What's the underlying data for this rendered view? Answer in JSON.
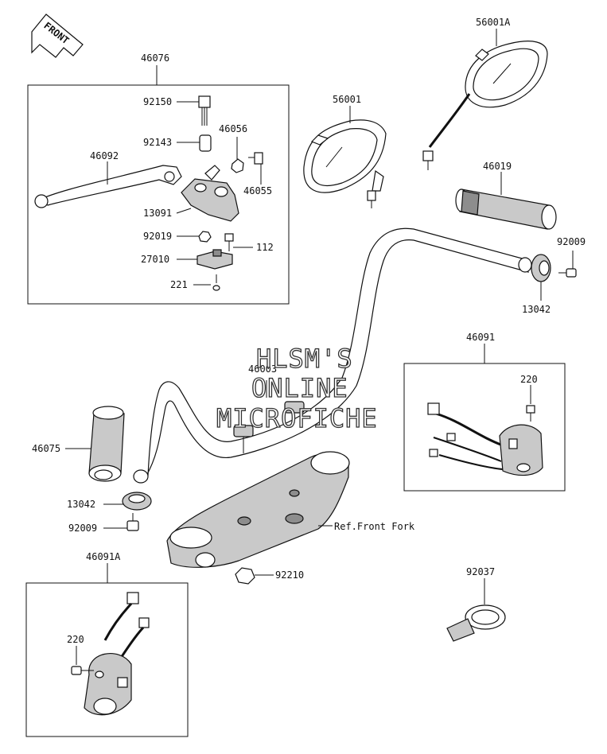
{
  "front_label": "FRONT",
  "watermark": {
    "line1": "HLSM'S",
    "line2": "ONLINE",
    "line3": "MICROFICHE"
  },
  "ref_label": "Ref.Front Fork",
  "labels": {
    "p46076": "46076",
    "p92150": "92150",
    "p92143": "92143",
    "p46056": "46056",
    "p46092": "46092",
    "p46055": "46055",
    "p13091": "13091",
    "p92019": "92019",
    "p112": "112",
    "p27010": "27010",
    "p221": "221",
    "p56001": "56001",
    "p56001A": "56001A",
    "p46019": "46019",
    "p92009r": "92009",
    "p13042r": "13042",
    "p46091": "46091",
    "p220r": "220",
    "p46003": "46003",
    "p46075": "46075",
    "p13042l": "13042",
    "p92009l": "92009",
    "p46091A": "46091A",
    "p220l": "220",
    "p92210": "92210",
    "p92037": "92037"
  }
}
